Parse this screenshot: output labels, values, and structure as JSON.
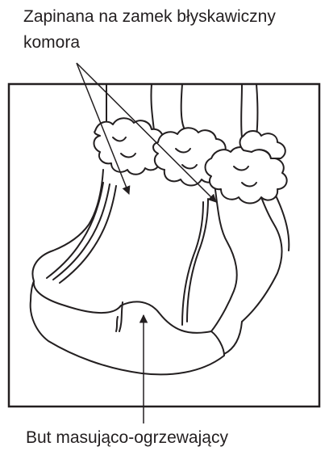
{
  "labels": {
    "top_line_1": "Zapinana na zamek błyskawiczny",
    "top_line_2": "komora",
    "bottom": "But masująco-ogrzewający"
  },
  "colors": {
    "ink": "#231f20",
    "background": "#ffffff"
  }
}
